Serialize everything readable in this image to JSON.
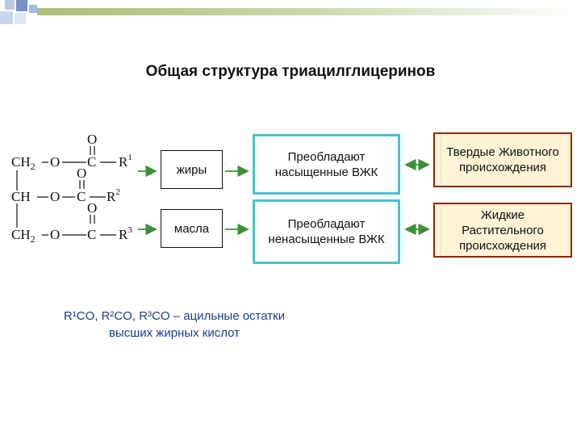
{
  "title": "Общая  структура  триацилглицеринов",
  "formula": {
    "o": "O",
    "c": "C",
    "ch2": "CH",
    "ch": "CH",
    "sub2": "2",
    "r": "R",
    "s1": "1",
    "s2": "2",
    "s3": "3"
  },
  "categories": {
    "fats": "жиры",
    "oils": "масла"
  },
  "predominance": {
    "saturated": "Преобладают насыщенные ВЖК",
    "unsaturated": "Преобладают ненасыщенные ВЖК"
  },
  "origin": {
    "solid": "Твердые Животного происхождения",
    "liquid": "Жидкие Растительного происхождения"
  },
  "note": "R¹CO, R²CO, R³CO – ацильные остатки высших жирных кислот",
  "colors": {
    "teal_border": "#46c4cf",
    "orange_fill": "#fff3d6",
    "orange_border": "#8a2a00",
    "note_text": "#1a3d8f",
    "decor_green": "#a8c078"
  }
}
